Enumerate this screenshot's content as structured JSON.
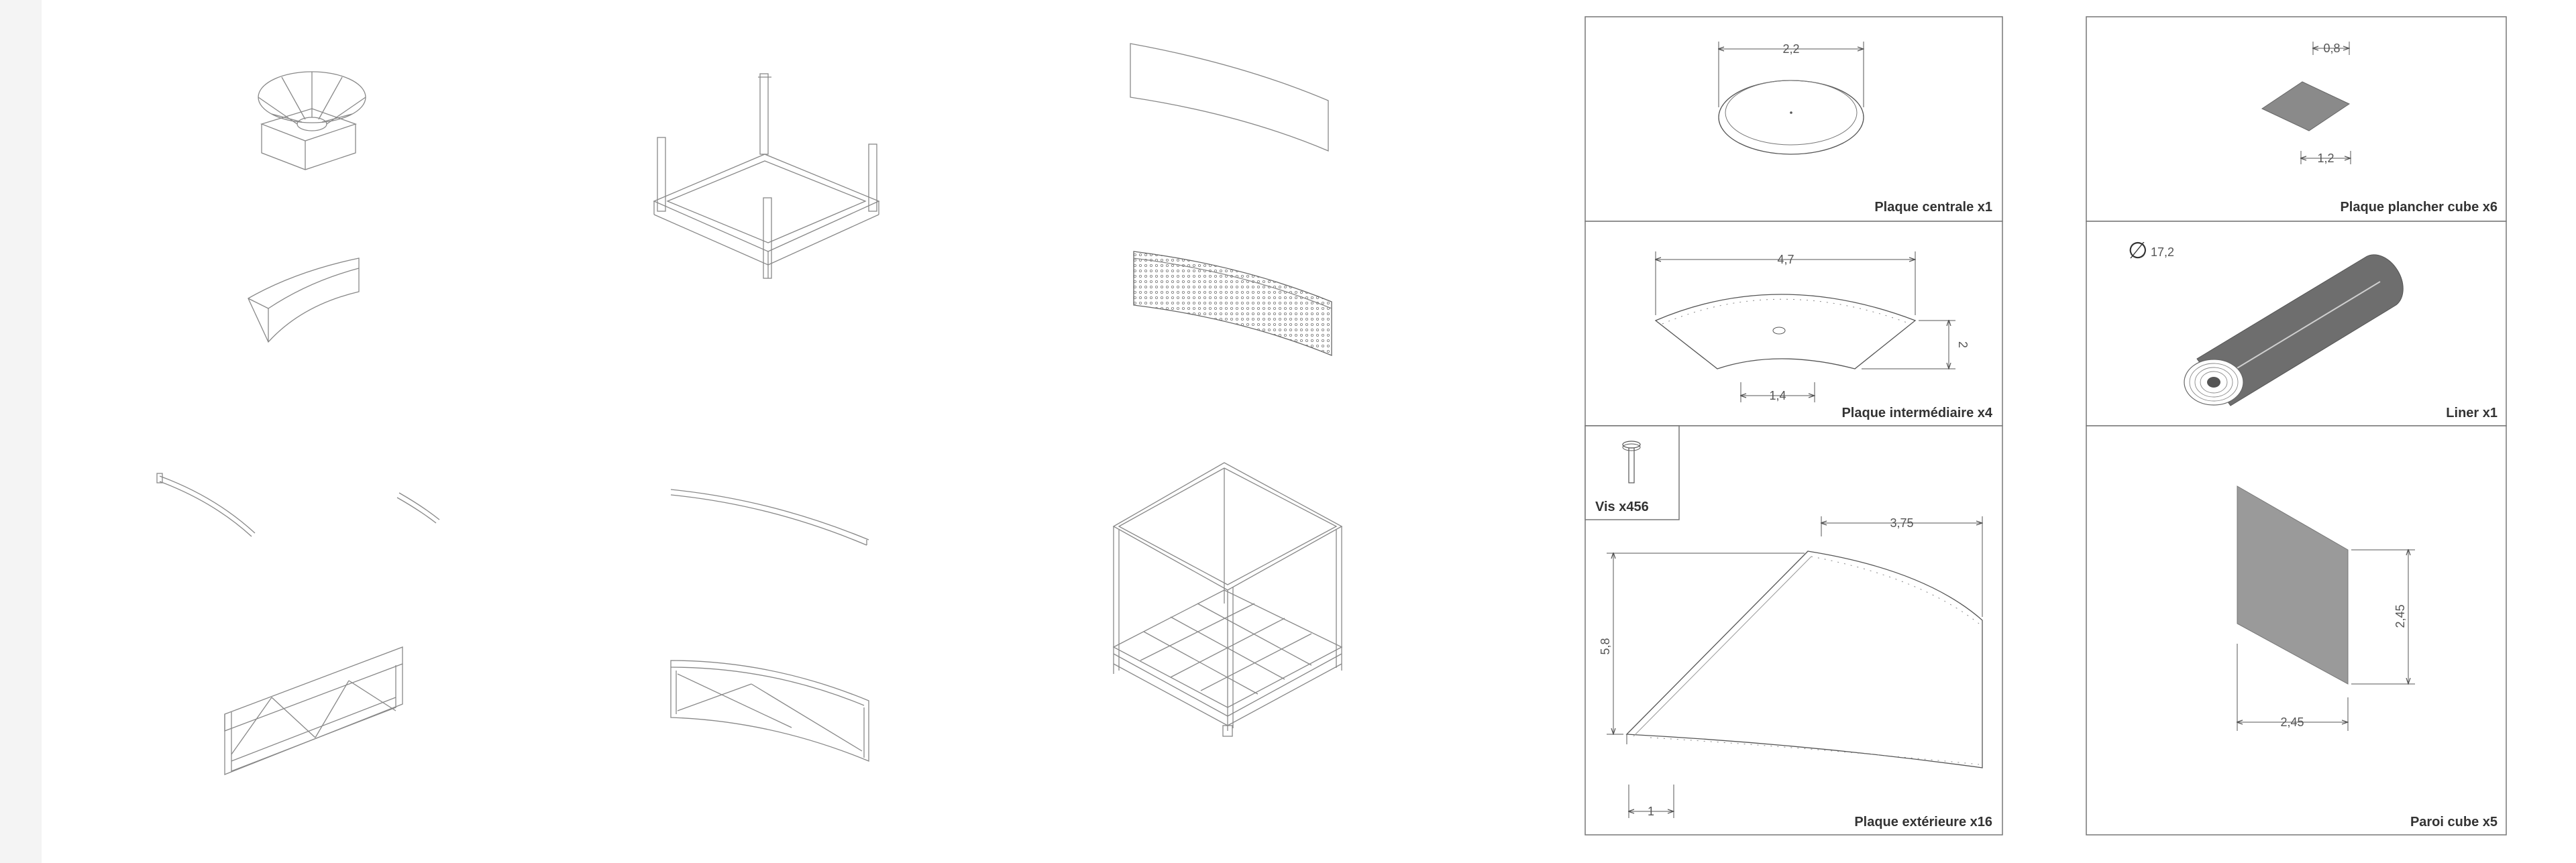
{
  "panels": {
    "plaque_centrale": {
      "label": "Plaque centrale x1",
      "dims": [
        "2,2"
      ]
    },
    "plaque_plancher": {
      "label": "Plaque plancher cube x6",
      "dims": [
        "0,8",
        "1,2"
      ]
    },
    "plaque_intermediaire": {
      "label": "Plaque intermédiaire x4",
      "dims": [
        "4,7",
        "2",
        "1,4"
      ]
    },
    "liner": {
      "label": "Liner x1",
      "diameter_symbol": "∅",
      "dims": [
        "17,2"
      ]
    },
    "vis": {
      "label": "Vis x456"
    },
    "plaque_exterieure": {
      "label": "Plaque extérieure x16",
      "dims": [
        "3,75",
        "5,8",
        "1"
      ]
    },
    "paroi_cube": {
      "label": "Paroi cube x5",
      "dims": [
        "2,45",
        "2,45"
      ]
    }
  }
}
